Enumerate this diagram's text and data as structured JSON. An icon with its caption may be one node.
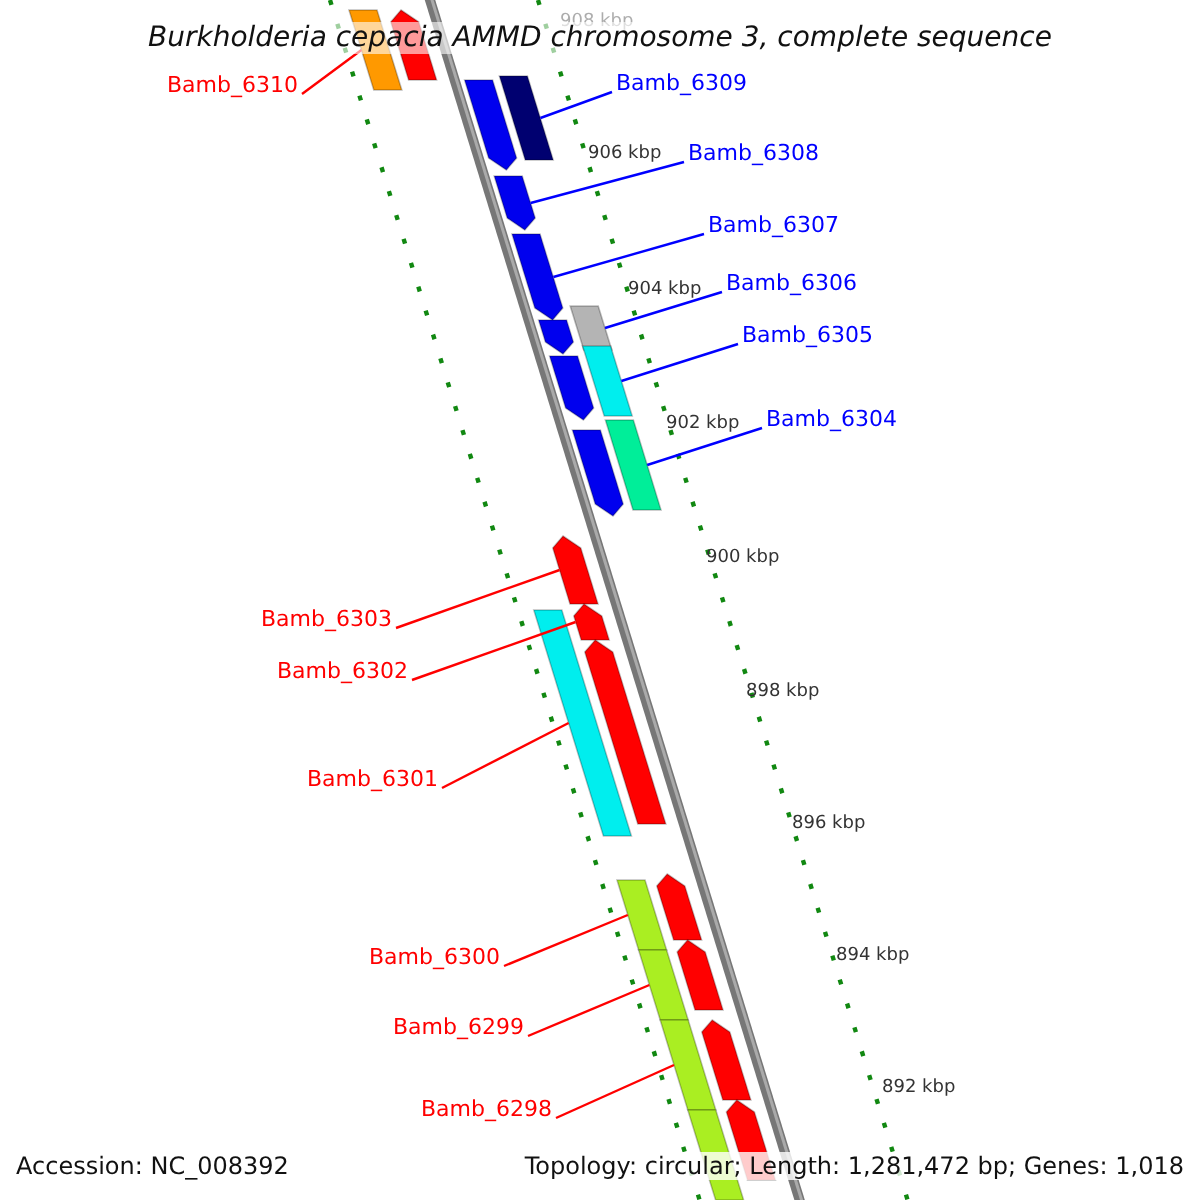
{
  "diagram": {
    "title": "Burkholderia cepacia AMMD chromosome 3, complete sequence",
    "nodes": [
      {
        "text": [
          "Bamb_6310"
        ]
      },
      {
        "text": [
          "Bamb_6309"
        ]
      },
      {
        "text": [
          "Bamb_6308"
        ]
      },
      {
        "text": [
          "Bamb_6307"
        ]
      },
      {
        "text": [
          "Bamb_6306"
        ]
      },
      {
        "text": [
          "Bamb_6305"
        ]
      },
      {
        "text": [
          "Bamb_6304"
        ]
      },
      {
        "text": [
          "Bamb_6303"
        ]
      },
      {
        "text": [
          "Bamb_6302"
        ]
      },
      {
        "text": [
          "Bamb_6301"
        ]
      },
      {
        "text": [
          "Bamb_6300"
        ]
      },
      {
        "text": [
          "Bamb_6299"
        ]
      },
      {
        "text": [
          "Bamb_6298"
        ]
      },
      {
        "text": [],
        "shape": "bar"
      },
      {
        "text": [],
        "shape": "arrow"
      },
      {
        "text": [],
        "shape": "bar"
      },
      {
        "text": [],
        "shape": "arrow"
      },
      {
        "text": [],
        "shape": "arrow"
      },
      {
        "text": [],
        "shape": "arrow"
      },
      {
        "text": [],
        "shape": "bar"
      },
      {
        "text": [],
        "shape": "arrow"
      },
      {
        "text": [],
        "shape": "bar"
      },
      {
        "text": [],
        "shape": "arrow"
      },
      {
        "text": [],
        "shape": "bar"
      },
      {
        "text": [],
        "shape": "arrow"
      },
      {
        "text": [],
        "shape": "arrow"
      },
      {
        "text": [],
        "shape": "arrow"
      },
      {
        "text": [],
        "shape": "bar"
      },
      {
        "text": [],
        "shape": "arrow"
      },
      {
        "text": [],
        "shape": "arrow"
      },
      {
        "text": [],
        "shape": "bar"
      },
      {
        "text": [],
        "shape": "arrow"
      },
      {
        "text": [],
        "shape": "bar"
      },
      {
        "text": [],
        "shape": "arrow"
      },
      {
        "text": [],
        "shape": "bar"
      },
      {
        "text": [],
        "shape": "arrow"
      },
      {
        "text": [],
        "shape": "bar"
      }
    ],
    "edges": [
      {
        "from": 0,
        "to": 13,
        "arrow": "none",
        "color": "#ff0000"
      },
      {
        "from": 1,
        "to": 15,
        "arrow": "none",
        "color": "#0000ff"
      },
      {
        "from": 2,
        "to": 17,
        "arrow": "none",
        "color": "#0000ff"
      },
      {
        "from": 3,
        "to": 18,
        "arrow": "none",
        "color": "#0000ff"
      },
      {
        "from": 4,
        "to": 19,
        "arrow": "none",
        "color": "#0000ff"
      },
      {
        "from": 5,
        "to": 21,
        "arrow": "none",
        "color": "#0000ff"
      },
      {
        "from": 6,
        "to": 23,
        "arrow": "none",
        "color": "#0000ff"
      },
      {
        "from": 7,
        "to": 25,
        "arrow": "none",
        "color": "#ff0000"
      },
      {
        "from": 8,
        "to": 26,
        "arrow": "none",
        "color": "#ff0000"
      },
      {
        "from": 9,
        "to": 27,
        "arrow": "none",
        "color": "#ff0000"
      },
      {
        "from": 10,
        "to": 30,
        "arrow": "none",
        "color": "#ff0000"
      },
      {
        "from": 11,
        "to": 32,
        "arrow": "none",
        "color": "#ff0000"
      },
      {
        "from": 12,
        "to": 34,
        "arrow": "none",
        "color": "#ff0000"
      }
    ],
    "labels": [
      "908 kbp",
      "906 kbp",
      "904 kbp",
      "902 kbp",
      "900 kbp",
      "898 kbp",
      "896 kbp",
      "894 kbp",
      "892 kbp",
      "Accession: NC_008392",
      "Topology: circular; Length: 1,281,472 bp; Genes: 1,018"
    ]
  }
}
